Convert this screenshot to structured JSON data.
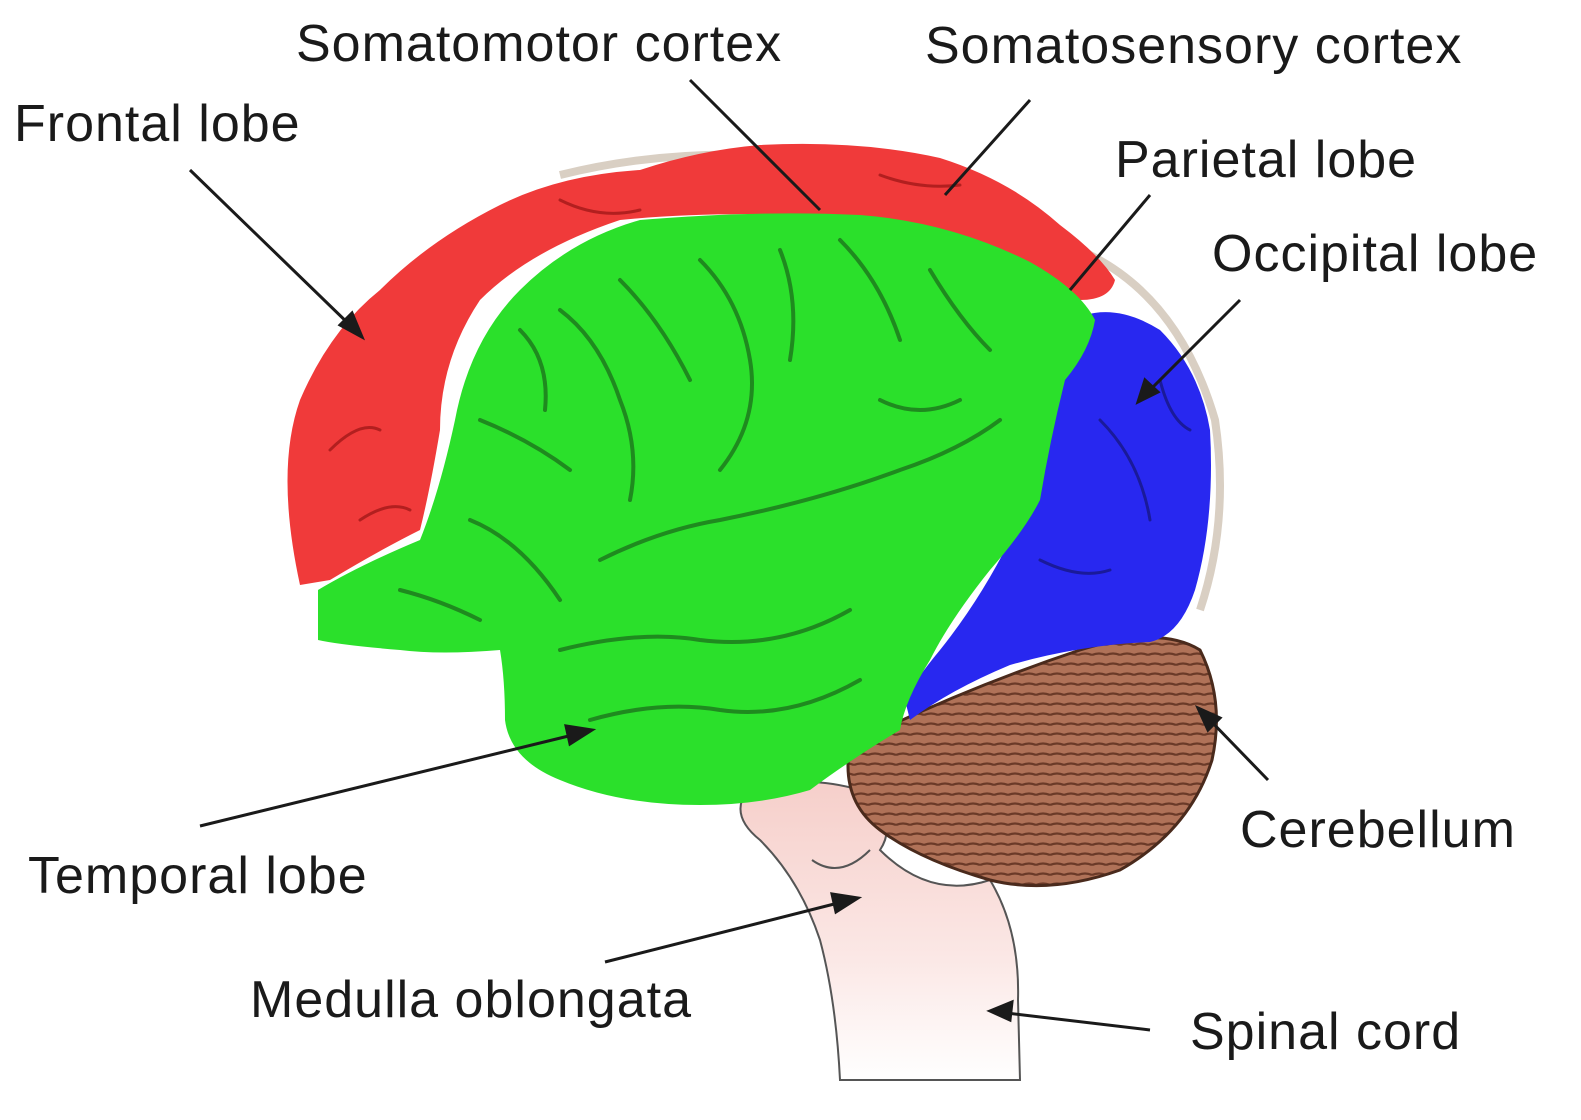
{
  "labels": {
    "somatomotor": "Somatomotor cortex",
    "somatosensory": "Somatosensory cortex",
    "frontal": "Frontal lobe",
    "parietal": "Parietal lobe",
    "occipital": "Occipital lobe",
    "cerebellum": "Cerebellum",
    "temporal": "Temporal lobe",
    "medulla": "Medulla oblongata",
    "spinal": "Spinal cord"
  },
  "colors": {
    "frontal_region": "#f03a3a",
    "main_region": "#2be02b",
    "occipital_region": "#2828f0",
    "cerebellum": "#a8644a",
    "brainstem": "#f6d6d2",
    "sulci": "#1f8a1f",
    "leader_lines": "#1a1a1a"
  }
}
